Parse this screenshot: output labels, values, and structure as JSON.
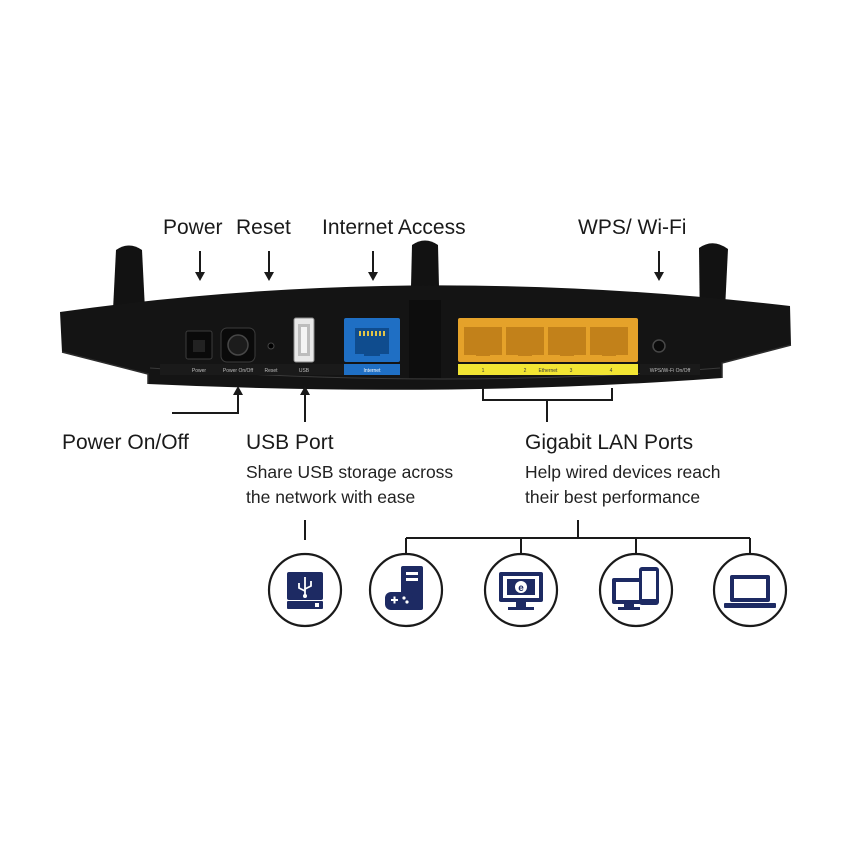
{
  "top_labels": {
    "power": "Power",
    "reset": "Reset",
    "internet": "Internet Access",
    "wps": "WPS/ Wi-Fi"
  },
  "bottom_labels": {
    "power_onoff": "Power On/Off",
    "usb_title": "USB Port",
    "usb_desc_1": "Share USB storage across",
    "usb_desc_2": "the network with ease",
    "lan_title": "Gigabit LAN Ports",
    "lan_desc_1": "Help wired devices reach",
    "lan_desc_2": "their best performance"
  },
  "panel_labels": {
    "power": "Power",
    "power_onoff": "Power On/Off",
    "reset": "Reset",
    "usb": "USB",
    "internet": "Internet",
    "ethernet": "Ethernet",
    "lan_1": "1",
    "lan_2": "2",
    "lan_3": "3",
    "lan_4": "4",
    "wps_wifi": "WPS/Wi-Fi On/Off"
  },
  "device_icons": [
    "usb-storage-icon",
    "game-console-pc-icon",
    "desktop-monitor-icon",
    "desktop-tablet-icon",
    "laptop-icon"
  ],
  "colors": {
    "router_body": "#141414",
    "wan_port": "#1f6fc4",
    "lan_ports": "#e5a22a",
    "lan_strip": "#f2e533",
    "icon_navy": "#1d2a63"
  }
}
